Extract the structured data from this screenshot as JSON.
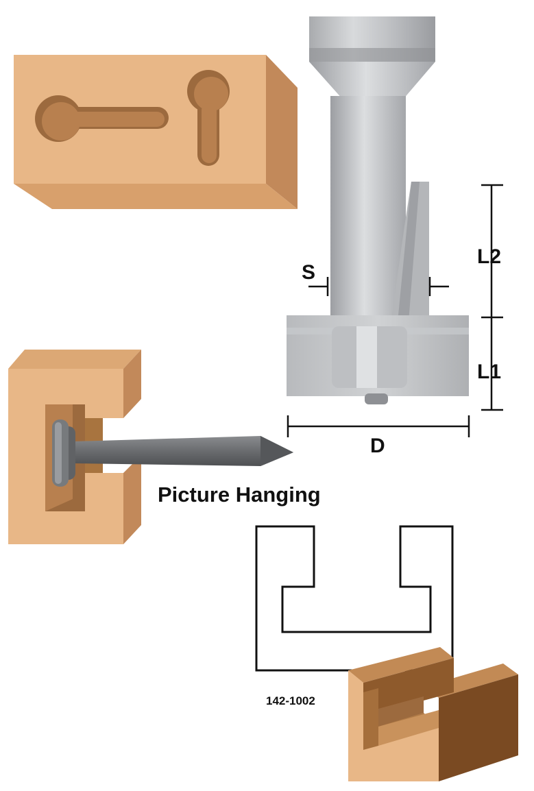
{
  "labels": {
    "s": "S",
    "l2": "L2",
    "l1": "L1",
    "d": "D",
    "caption": "Picture Hanging",
    "part_number": "142-1002"
  },
  "colors": {
    "wood_face": "#E8B787",
    "wood_top": "#DCA875",
    "wood_side": "#C2895A",
    "wood_dark": "#9C6A3E",
    "wood_darkest": "#7A4A22",
    "steel_light": "#D2D4D6",
    "steel_mid": "#B2B4B7",
    "steel_dark": "#8E9094",
    "nail": "#6E7073",
    "line": "#111111"
  }
}
